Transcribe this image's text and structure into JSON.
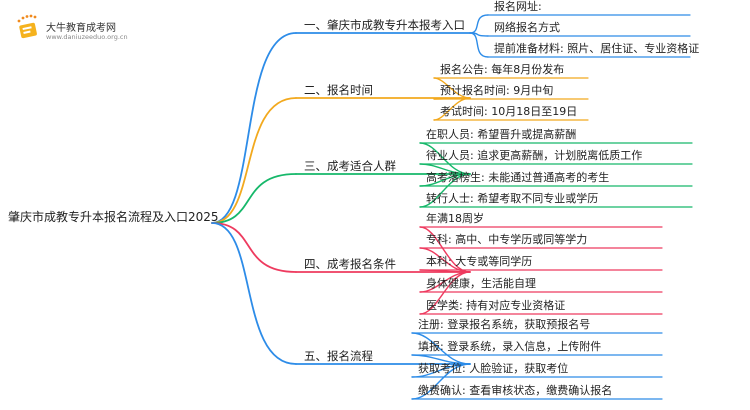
{
  "logo": {
    "title": "大牛教育成考网",
    "url": "www.daniuzeeduo.org.cn"
  },
  "colors": {
    "b1": "#2d8ce8",
    "b2": "#f2a91e",
    "b3": "#16b86a",
    "b4": "#ee3b5f",
    "b5": "#2d8ce8",
    "logo_fill": "#f5b21e",
    "logo_dots": "#f08a1e"
  },
  "mindmap": {
    "root": "肇庆市成教专升本报名流程及入口2025",
    "branches": [
      {
        "label": "一、肇庆市成教专升本报考入口",
        "color_key": "b1",
        "leaves": [
          "报名网址:",
          "网络报名方式",
          "提前准备材料: 照片、居住证、专业资格证"
        ]
      },
      {
        "label": "二、报名时间",
        "color_key": "b2",
        "leaves": [
          "报名公告: 每年8月份发布",
          "预计报名时间: 9月中旬",
          "考试时间: 10月18日至19日"
        ]
      },
      {
        "label": "三、成考适合人群",
        "color_key": "b3",
        "leaves": [
          "在职人员: 希望晋升或提高薪酬",
          "待业人员: 追求更高薪酬，计划脱离低质工作",
          "高考落榜生: 未能通过普通高考的考生",
          "转行人士: 希望考取不同专业或学历"
        ]
      },
      {
        "label": "四、成考报名条件",
        "color_key": "b4",
        "leaves": [
          "年满18周岁",
          "专科: 高中、中专学历或同等学力",
          "本科: 大专或等同学历",
          "身体健康，生活能自理",
          "医学类: 持有对应专业资格证"
        ]
      },
      {
        "label": "五、报名流程",
        "color_key": "b5",
        "leaves": [
          "注册: 登录报名系统，获取预报名号",
          "填报: 登录系统，录入信息，上传附件",
          "获取考位: 人脸验证，获取考位",
          "缴费确认: 查看审核状态，缴费确认报名"
        ]
      }
    ]
  }
}
